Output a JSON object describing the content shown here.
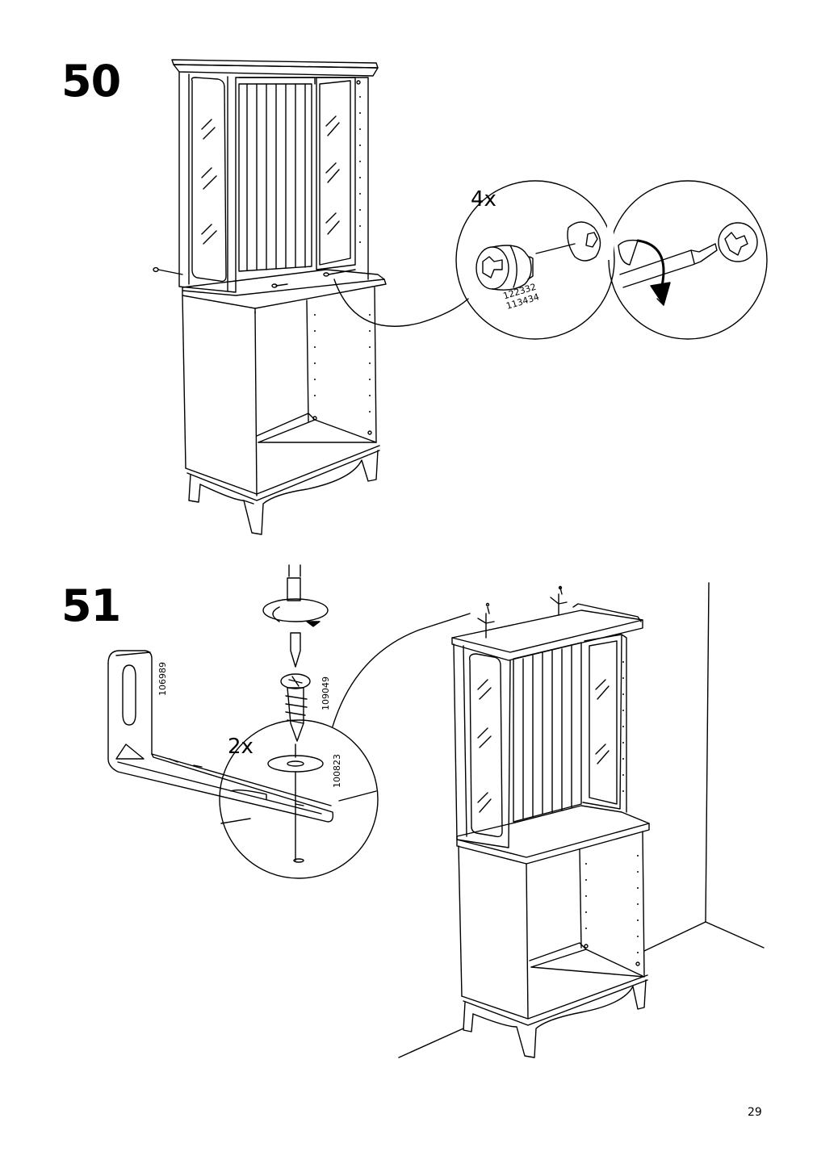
{
  "steps": [
    {
      "number": "50",
      "quantity": "4x",
      "part_numbers": [
        "122332",
        "113434"
      ],
      "actions": [
        "insert-cam-lock",
        "turn-cam-lock-clockwise"
      ]
    },
    {
      "number": "51",
      "quantity": "2x",
      "part_numbers": [
        "106989",
        "109049",
        "100823"
      ],
      "actions": [
        "screw-bracket-to-top",
        "attach-to-wall"
      ]
    }
  ],
  "page": {
    "number": "29"
  }
}
